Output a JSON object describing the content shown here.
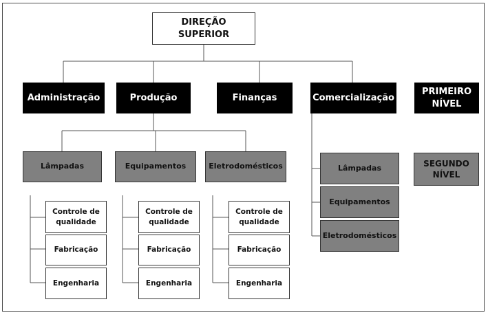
{
  "top": {
    "line1": "DIREÇÃO",
    "line2": "SUPERIOR"
  },
  "level1": [
    "Administração",
    "Produção",
    "Finanças",
    "Comercialização"
  ],
  "level1_label": {
    "line1": "PRIMEIRO",
    "line2": "NÍVEL"
  },
  "level2": [
    "Lâmpadas",
    "Equipamentos",
    "Eletrodomésticos"
  ],
  "commercial": [
    "Lâmpadas",
    "Equipamentos",
    "Eletrodomésticos"
  ],
  "level2_label": {
    "line1": "SEGUNDO",
    "line2": "NÍVEL"
  },
  "sub_items": {
    "control_line1": "Controle de",
    "control_line2": "qualidade",
    "manufacturing": "Fabricação",
    "engineering": "Engenharia"
  },
  "colors": {
    "black": "#000000",
    "gray": "#808080",
    "line": "#555555"
  }
}
